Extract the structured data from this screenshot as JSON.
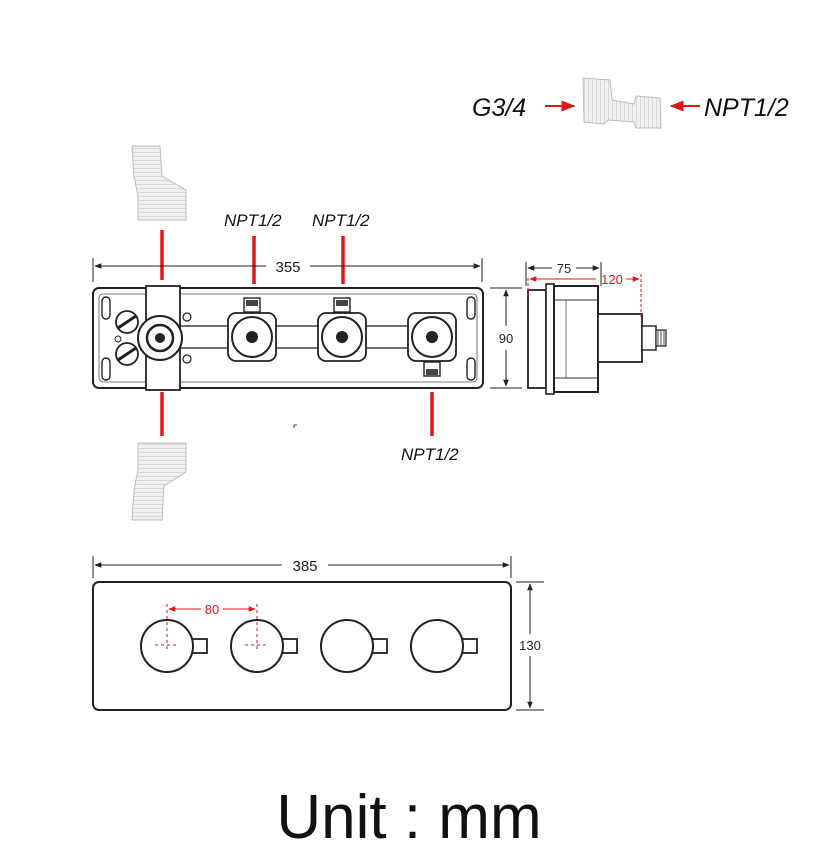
{
  "adapter": {
    "left_label": "G3/4",
    "right_label": "NPT1/2"
  },
  "valve_body": {
    "port_label_1": "NPT1/2",
    "port_label_2": "NPT1/2",
    "port_label_bottom": "NPT1/2",
    "dim_width": "355",
    "dim_height": "90"
  },
  "side_view": {
    "dim_depth": "75",
    "dim_extended": "120"
  },
  "cover_plate": {
    "dim_width": "385",
    "dim_height": "130",
    "dim_spacing": "80",
    "knob_count": 4
  },
  "units": {
    "label": "Unit : mm"
  },
  "colors": {
    "accent_red": "#e3151a",
    "line": "#222222"
  }
}
